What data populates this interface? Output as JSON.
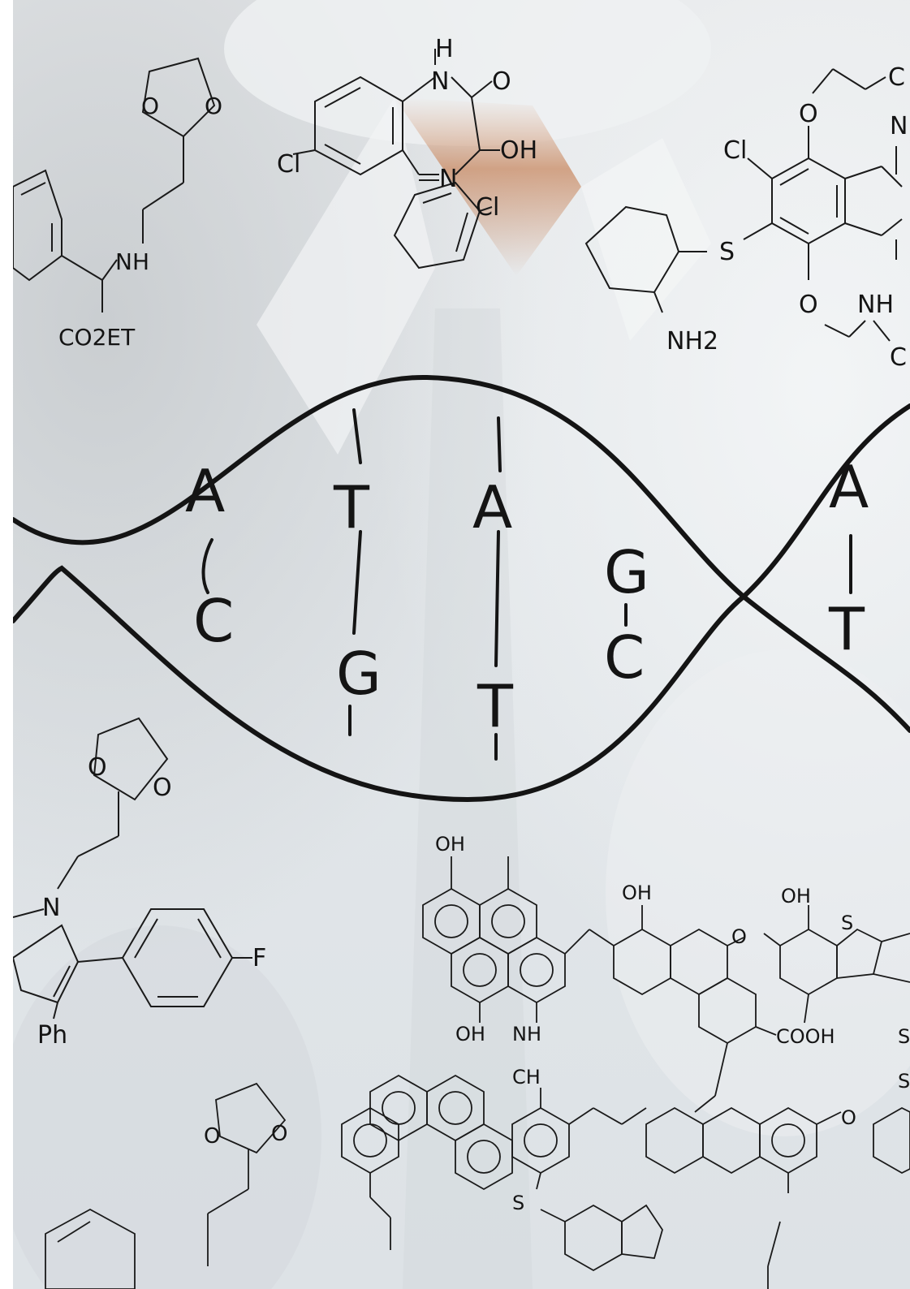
{
  "scene": {
    "background_colors": {
      "lab_coat": "#e9ecef",
      "shadow": "#c9ced3",
      "skin": "#c98a63",
      "ink": "#141414"
    }
  },
  "molecules": {
    "top_left": {
      "amine": "NH",
      "ester": "CO2ET",
      "ring_o1": "O",
      "ring_o2": "O"
    },
    "top_center": {
      "h": "H",
      "n1": "N",
      "o": "O",
      "oh": "OH",
      "n2": "N",
      "cl1": "Cl",
      "cl2": "Cl"
    },
    "top_right": {
      "cl": "Cl",
      "o1": "O",
      "o2": "O",
      "s": "S",
      "nh": "NH",
      "nh2": "NH2",
      "n": "N",
      "cut1": "C",
      "cut2": "C"
    },
    "bottom_left": {
      "n": "N",
      "f": "F",
      "ph": "Ph",
      "o1": "O",
      "o2": "O"
    },
    "bottom_center": {
      "oh1": "OH",
      "oh2": "OH",
      "oh3": "OH",
      "oh4": "OH",
      "nh": "NH",
      "o1": "O",
      "o2": "O",
      "s1": "S",
      "s2": "S",
      "cooh": "COOH",
      "ch": "CH",
      "cut1": "S",
      "cut2": "S"
    },
    "bottom_lowleft": {
      "o1": "O",
      "o2": "O"
    }
  },
  "dna": {
    "pairs": [
      {
        "top": "A",
        "bottom": "C"
      },
      {
        "top": "T",
        "bottom": "G"
      },
      {
        "top": "A",
        "bottom": "T"
      },
      {
        "top": "G",
        "bottom": "C"
      },
      {
        "top": "A",
        "bottom": "T"
      }
    ]
  }
}
